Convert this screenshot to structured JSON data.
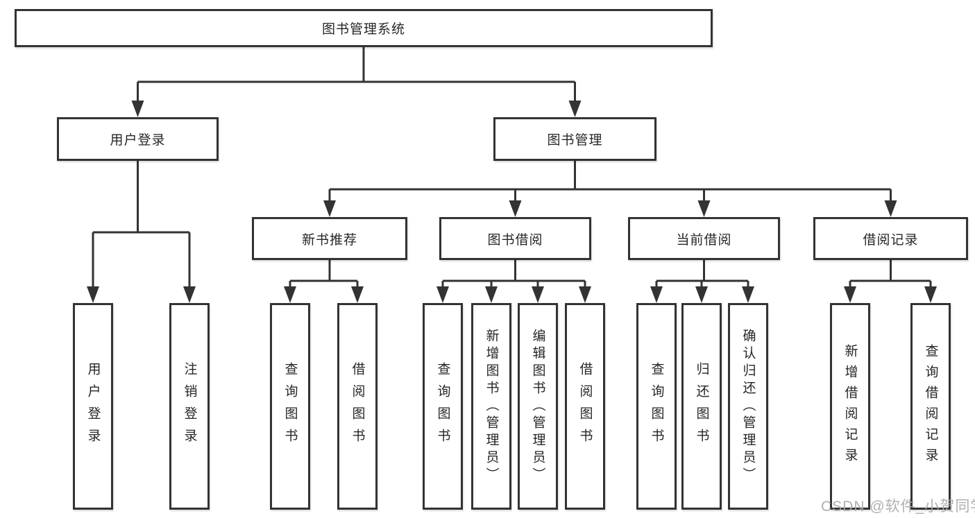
{
  "colors": {
    "background": "#ffffff",
    "line": "#333333",
    "box_border": "#333333",
    "text": "#262626",
    "watermark": "#a8a8a8"
  },
  "watermark": {
    "text": "CSDN @软件_小贺同学"
  },
  "tree": {
    "label": "图书管理系统",
    "children": [
      {
        "label": "用户登录",
        "children": [
          {
            "label": "用户登录"
          },
          {
            "label": "注销登录"
          }
        ]
      },
      {
        "label": "图书管理",
        "children": [
          {
            "label": "新书推荐",
            "children": [
              {
                "label": "查询图书"
              },
              {
                "label": "借阅图书"
              }
            ]
          },
          {
            "label": "图书借阅",
            "children": [
              {
                "label": "查询图书"
              },
              {
                "label": "新增图书（管理员）"
              },
              {
                "label": "编辑图书（管理员）"
              },
              {
                "label": "借阅图书"
              }
            ]
          },
          {
            "label": "当前借阅",
            "children": [
              {
                "label": "查询图书"
              },
              {
                "label": "归还图书"
              },
              {
                "label": "确认归还（管理员）"
              }
            ]
          },
          {
            "label": "借阅记录",
            "children": [
              {
                "label": "新增借阅记录"
              },
              {
                "label": "查询借阅记录"
              }
            ]
          }
        ]
      }
    ]
  }
}
